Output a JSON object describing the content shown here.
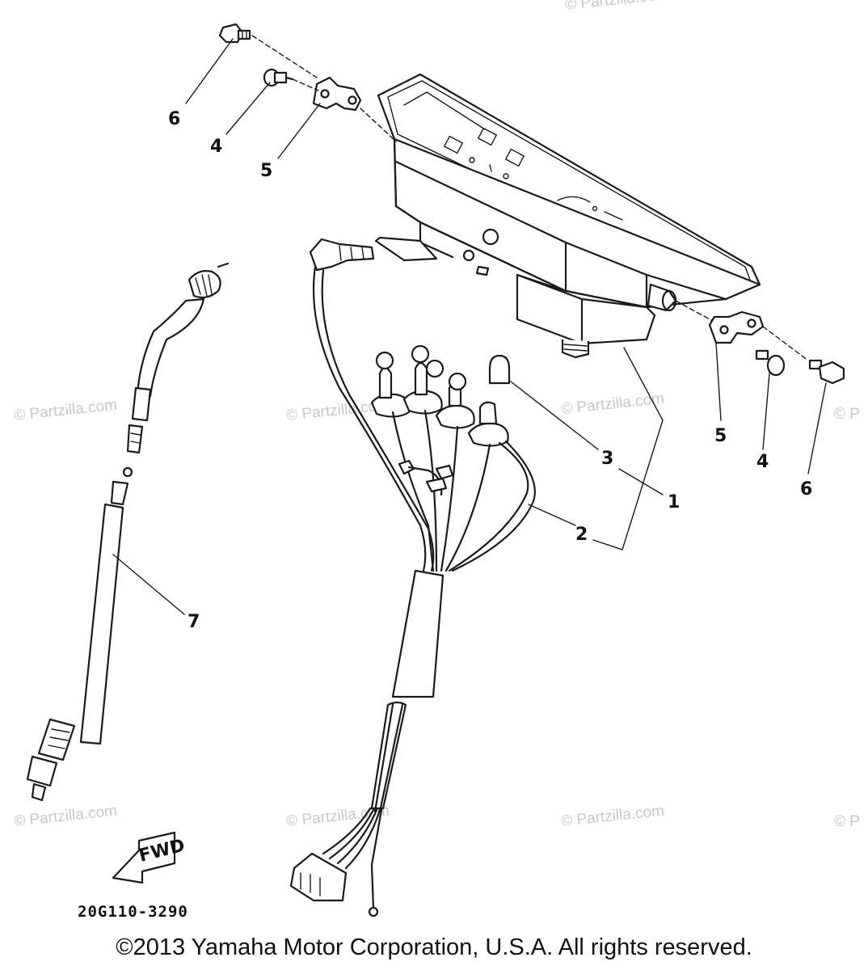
{
  "callouts": {
    "c1": "1",
    "c2": "2",
    "c3": "3",
    "c4a": "4",
    "c4b": "4",
    "c5a": "5",
    "c5b": "5",
    "c6a": "6",
    "c6b": "6",
    "c7": "7"
  },
  "watermarks": {
    "w1": "© Partzilla.com",
    "w2": "© Partzilla.com",
    "w3": "© Partzilla.com",
    "w4": "© Partzilla.com",
    "w5": "© Partzilla.com",
    "w6": "© Partzilla.com",
    "w7": "© Partzilla.com",
    "w8": "© P",
    "w9": "© P"
  },
  "fwd_label": "FWD",
  "diagram_code": "20G110-3290",
  "copyright": "©2013 Yamaha Motor Corporation, U.S.A. All rights reserved."
}
